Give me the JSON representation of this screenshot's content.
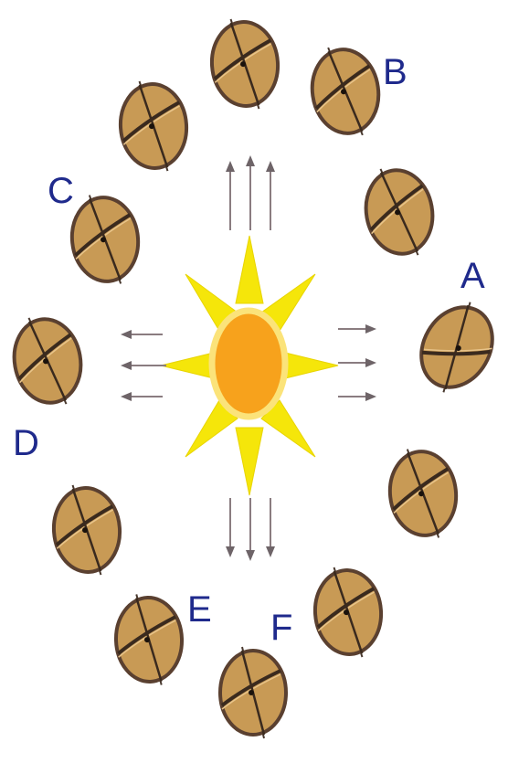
{
  "colors": {
    "background": "#ffffff",
    "earth_fill": "#c89a55",
    "earth_outline": "#6b4a2a",
    "earth_lines": "#3a2a1e",
    "sun_rays": "#f5e60a",
    "sun_body": "#f7a21c",
    "light_arrows": "#8a7c80",
    "label_text": "#1f2a8c"
  },
  "labels": {
    "a": "A",
    "b": "B",
    "c": "C",
    "d": "D",
    "e": "E",
    "f": "F"
  },
  "icons": {
    "sun": "sun-icon",
    "earth": "earth-globe-icon",
    "light": "sunlight-arrow-icon"
  }
}
